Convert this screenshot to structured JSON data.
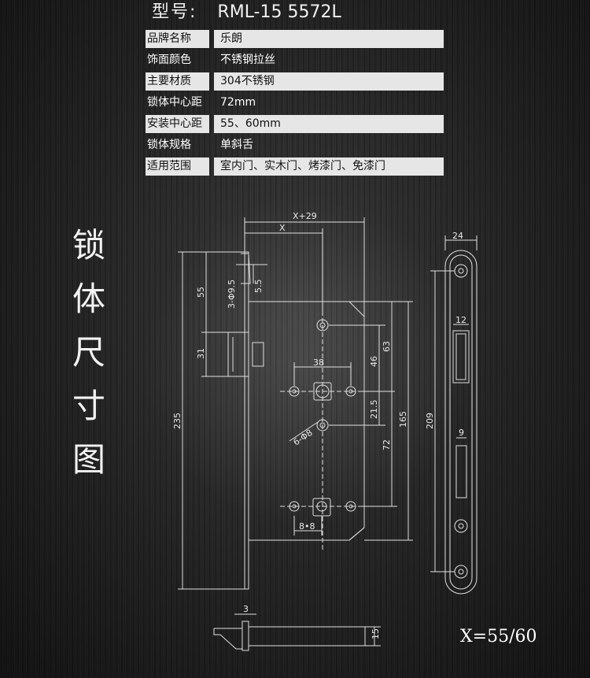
{
  "model": {
    "label": "型号:",
    "value": "RML-15  5572L"
  },
  "specs": [
    {
      "key": "品牌名称",
      "value": "乐朗",
      "highlight": true
    },
    {
      "key": "饰面颜色",
      "value": "不锈钢拉丝",
      "highlight": false
    },
    {
      "key": "主要材质",
      "value": "304不锈钢",
      "highlight": true
    },
    {
      "key": "锁体中心距",
      "value": "72mm",
      "highlight": false
    },
    {
      "key": "安装中心距",
      "value": "55、60mm",
      "highlight": true
    },
    {
      "key": "锁体规格",
      "value": "单斜舌",
      "highlight": false
    },
    {
      "key": "适用范围",
      "value": "室内门、实木门、烤漆门、免漆门",
      "highlight": true
    }
  ],
  "side_title": [
    "锁",
    "体",
    "尺",
    "寸",
    "图"
  ],
  "dimensions": {
    "x29": "X+29",
    "x": "X",
    "d24": "24",
    "d12": "12",
    "d9": "9",
    "d55": "55",
    "d3phi95": "3-Φ9.5",
    "d55b": "5.5",
    "d31": "31",
    "d38": "38",
    "d46": "46",
    "d63": "63",
    "d215": "21.5",
    "d6phi8": "6-Φ8",
    "d72": "72",
    "d165": "165",
    "d235": "235",
    "d209": "209",
    "d88": "8•8",
    "d3": "3",
    "d15": "15"
  },
  "note": "X=55/60",
  "colors": {
    "background": "#1a1a1a",
    "line": "#e0e0e0",
    "highlight": "#e6e6e6"
  }
}
